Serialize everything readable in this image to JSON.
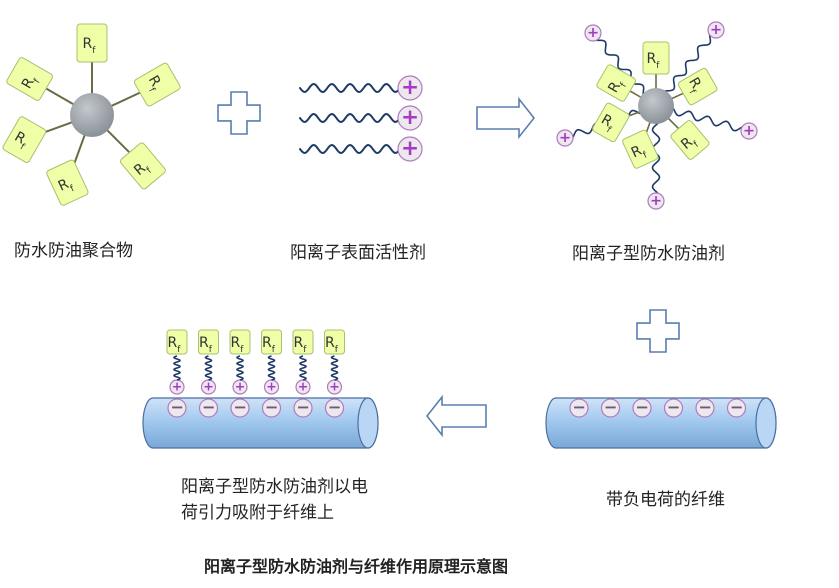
{
  "labels": {
    "polymer": "防水防油聚合物",
    "surfactant": "阳离子表面活性剂",
    "cationic_agent": "阳离子型防水防油剂",
    "attach_line1": "阳离子型防水防油剂以电",
    "attach_line2": "荷引力吸附于纤维上",
    "neg_fiber": "带负电荷的纤维",
    "figure_title": "阳离子型防水防油剂与纤维作用原理示意图"
  },
  "rf": "R",
  "rf_sub": "f",
  "plus": "+",
  "minus": "−",
  "colors": {
    "rf_box": "#efffa8",
    "rf_border": "#a8c070",
    "core": "#8e959c",
    "spoke": "#6b6b44",
    "chain": "#1f3a66",
    "charge_fill": "#ede7ee",
    "charge_stroke": "#b07ac0",
    "plus_sign": "#a63ac6",
    "minus_sign": "#6a5b78",
    "cylinder": "#9ec6ee",
    "cylinder_stroke": "#4a6fa0",
    "arrow_stroke": "#5a7eb0"
  },
  "fiber_charge_count": 6,
  "attached_count": 6
}
